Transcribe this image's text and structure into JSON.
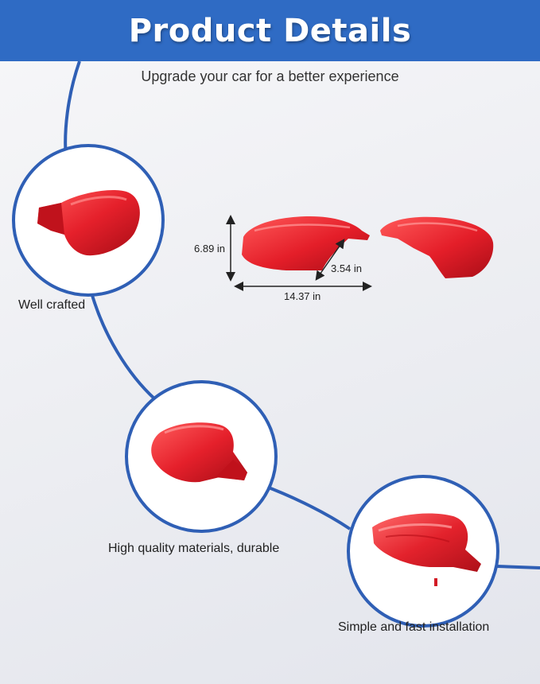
{
  "header": {
    "title": "Product Details"
  },
  "subtitle": "Upgrade your car for a better experience",
  "features": [
    {
      "caption": "Well crafted"
    },
    {
      "caption": "High quality materials, durable"
    },
    {
      "caption": "Simple and fast installation"
    }
  ],
  "dimensions": {
    "height": "6.89 in",
    "depth": "3.54 in",
    "width": "14.37 in"
  },
  "colors": {
    "banner": "#2f6bc4",
    "connector_line": "#2f5fb5",
    "product_red": "#e5202b"
  }
}
